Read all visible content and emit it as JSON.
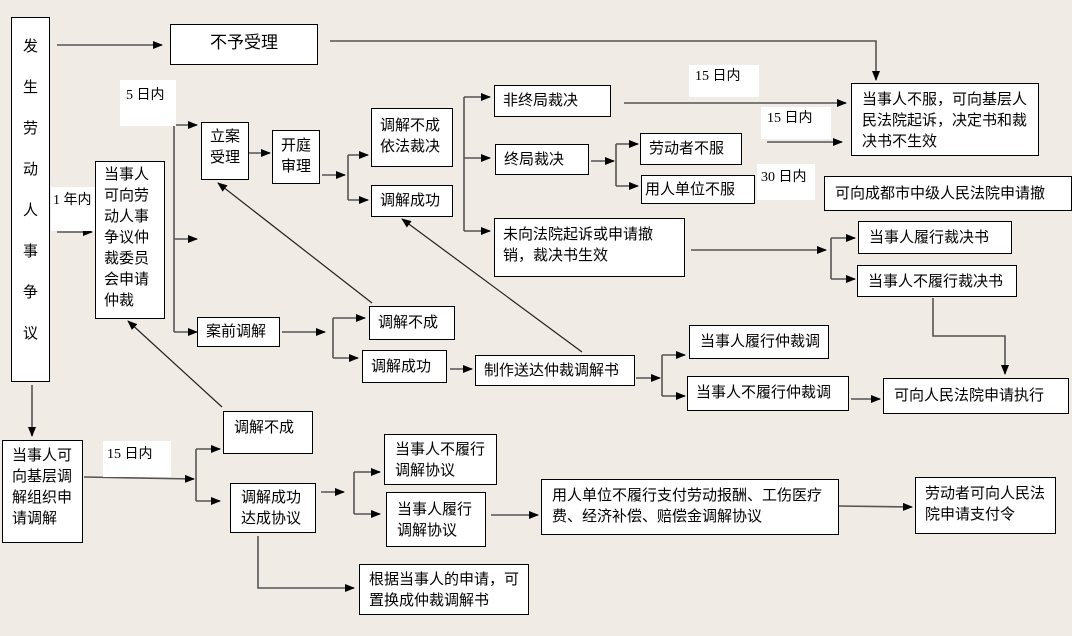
{
  "title": "劳动人事争议处理流程图",
  "nodes": {
    "start": "发生劳动人事争议",
    "start_chars": [
      "发",
      "生",
      "劳",
      "动",
      "人",
      "事",
      "争",
      "议"
    ],
    "reject": "不予受理",
    "apply_arbitration": "当事人可向劳动人事争议仲裁委员会申请仲裁",
    "accept": "立案受理",
    "hearing": "开庭审理",
    "mediation_fail_award": "调解不成依法裁决",
    "mediation_success_1": "调解成功",
    "non_final_award": "非终局裁决",
    "final_award": "终局裁决",
    "not_sued_award_effective": "未向法院起诉或申请撤销，裁决书生效",
    "worker_disagree": "劳动者不服",
    "employer_disagree": "用人单位不服",
    "sue_basic_court": "当事人不服，可向基层人民法院起诉，决定书和裁决书不生效",
    "apply_intermediate_court": "可向成都市中级人民法院申请撤",
    "perform_award": "当事人履行裁决书",
    "not_perform_award": "当事人不履行裁决书",
    "pre_case_mediation": "案前调解",
    "pre_mediation_fail": "调解不成",
    "pre_mediation_success": "调解成功",
    "issue_mediation_doc": "制作送达仲裁调解书",
    "perform_mediation_doc": "当事人履行仲裁调",
    "not_perform_mediation_doc": "当事人不履行仲裁调",
    "apply_enforcement": "可向人民法院申请执行",
    "apply_grassroots_mediation": "当事人可向基层调解组织申请调解",
    "grassroots_fail": "调解不成",
    "grassroots_success": "调解成功达成协议",
    "not_perform_agreement": "当事人不履行调解协议",
    "perform_agreement": "当事人履行调解协议",
    "employer_not_pay": "用人单位不履行支付劳动报酬、工伤医疗费、经济补偿、赔偿金调解协议",
    "payment_order": "劳动者可向人民法院申请支付令",
    "convert_to_arbitration_doc": "根据当事人的申请，可置换成仲裁调解书"
  },
  "time_labels": {
    "within_5_days": "5 日内",
    "within_1_year": "1 年内",
    "within_15_days_a": "15 日内",
    "within_15_days_b": "15 日内",
    "within_30_days": "30 日内",
    "within_15_days_c": "15 日内"
  }
}
